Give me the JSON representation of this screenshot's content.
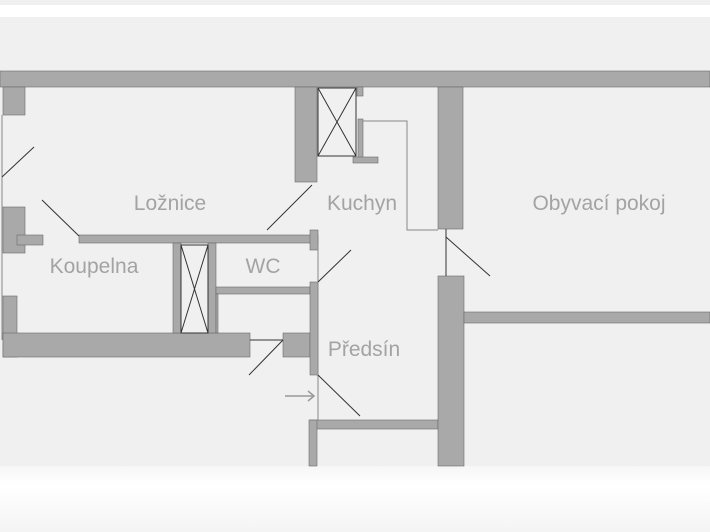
{
  "rooms": {
    "loznice": "Ložnice",
    "kuchyn": "Kuchyn",
    "obyvaci_pokoj": "Obyvací pokoj",
    "koupelna": "Koupelna",
    "wc": "WC",
    "predsin": "Předsín"
  },
  "colors": {
    "background": "#f0f0f0",
    "wall": "#a9a9a9",
    "label": "#a3a3a3"
  },
  "symbols": [
    "ventilation-shaft-icon",
    "entrance-arrow-icon",
    "door-swing-icon"
  ]
}
